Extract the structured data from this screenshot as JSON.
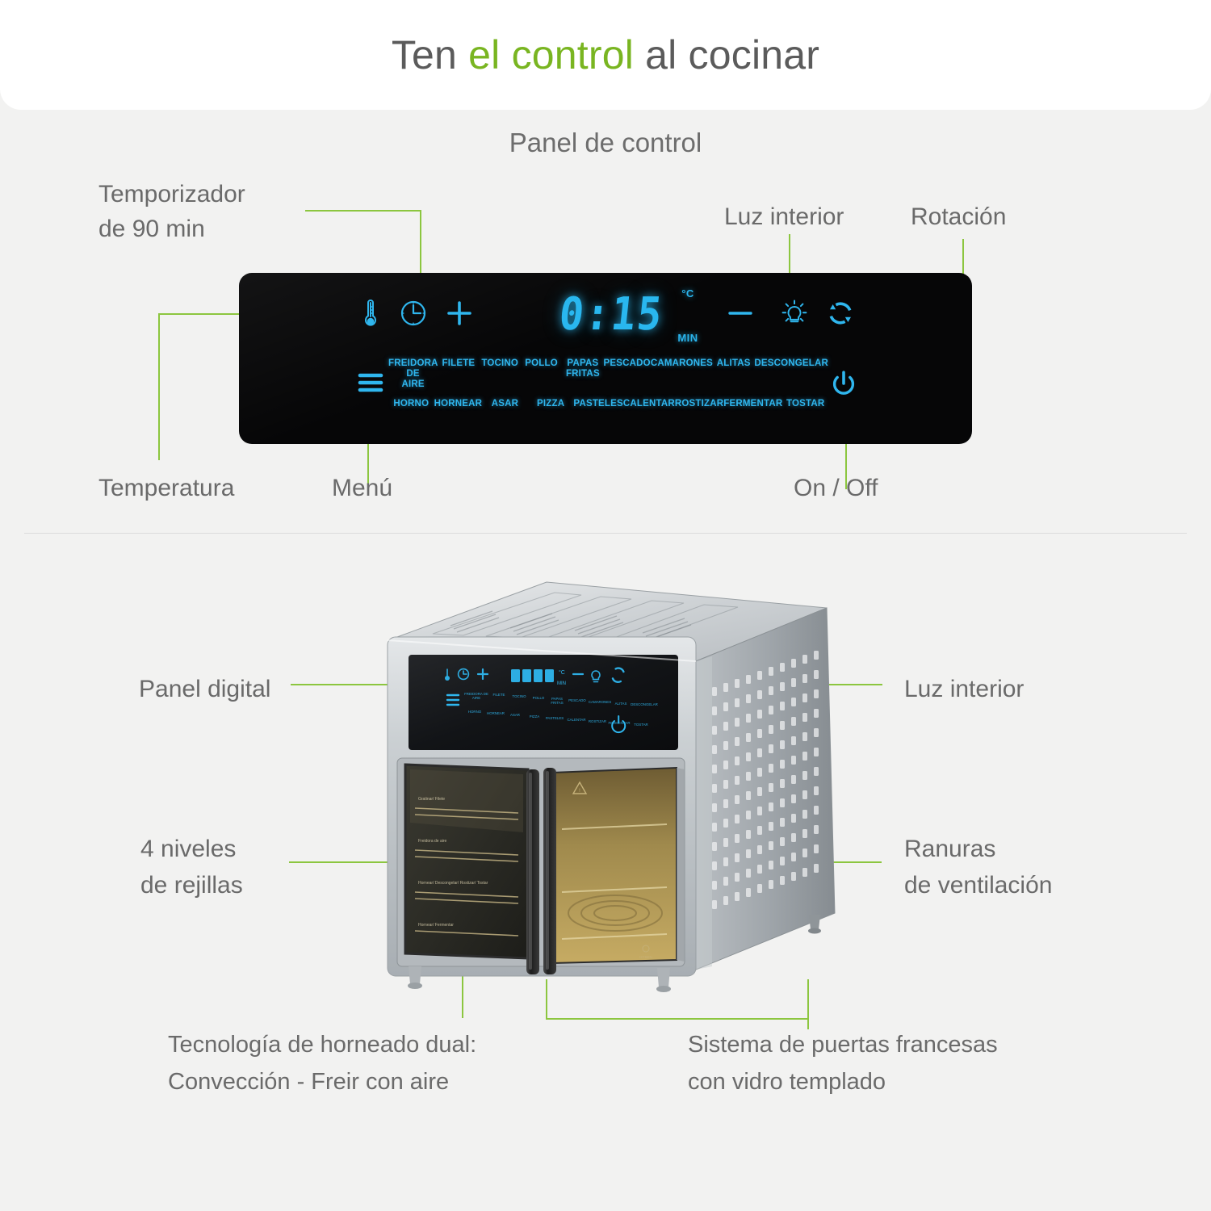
{
  "header": {
    "title_part1": "Ten ",
    "title_accent": "el control",
    "title_part2": " al cocinar"
  },
  "colors": {
    "accent_green": "#8cc63f",
    "title_green": "#79b521",
    "text_gray": "#6a6a6a",
    "panel_black": "#060607",
    "led_blue": "#2fb6ee",
    "page_bg": "#f2f2f1",
    "card_white": "#ffffff"
  },
  "control_section": {
    "subtitle": "Panel de control",
    "callouts": {
      "timer": "Temporizador\nde 90 min",
      "interior_light": "Luz interior",
      "rotation": "Rotación",
      "temperature": "Temperatura",
      "menu": "Menú",
      "on_off": "On / Off"
    },
    "display": {
      "value": "0:15",
      "unit_top": "°C",
      "unit_bottom": "MIN"
    },
    "top_icons": [
      {
        "name": "thermometer-icon",
        "label": "Temperatura"
      },
      {
        "name": "timer-clock-icon",
        "label": "Temporizador"
      },
      {
        "name": "plus-icon",
        "label": "Aumentar"
      },
      {
        "name": "minus-icon",
        "label": "Disminuir"
      },
      {
        "name": "light-bulb-icon",
        "label": "Luz interior"
      },
      {
        "name": "rotation-icon",
        "label": "Rotación"
      }
    ],
    "menu_icon": "hamburger-menu-icon",
    "power_icon": "power-icon",
    "modes_row1": [
      "FREIDORA DE\nAIRE",
      "FILETE",
      "TOCINO",
      "POLLO",
      "PAPAS\nFRITAS",
      "PESCADO",
      "CAMARONES",
      "ALITAS",
      "DESCONGELAR"
    ],
    "modes_row2": [
      "HORNO",
      "HORNEAR",
      "ASAR",
      "PIZZA",
      "PASTELES",
      "CALENTAR",
      "ROSTIZAR",
      "FERMENTAR",
      "TOSTAR"
    ]
  },
  "product_section": {
    "callouts": {
      "digital_panel": "Panel digital",
      "racks": "4 niveles\nde rejillas",
      "interior_light": "Luz interior",
      "vents": "Ranuras\nde ventilación"
    },
    "captions": {
      "dual_tech": "Tecnología de horneado dual:\nConvección - Freir con aire",
      "french_doors": "Sistema de puertas  francesas\ncon  vidro templado"
    },
    "oven_display_value": "8888",
    "oven_unit_top": "°C",
    "oven_unit_bottom": "MIN",
    "shelf_labels": [
      "Gratinar/ Filete",
      "Freidora de aire",
      "Hornear/ Descongelar/ Rostizar/ Tostar",
      "Hornear/ Fermentar"
    ]
  }
}
